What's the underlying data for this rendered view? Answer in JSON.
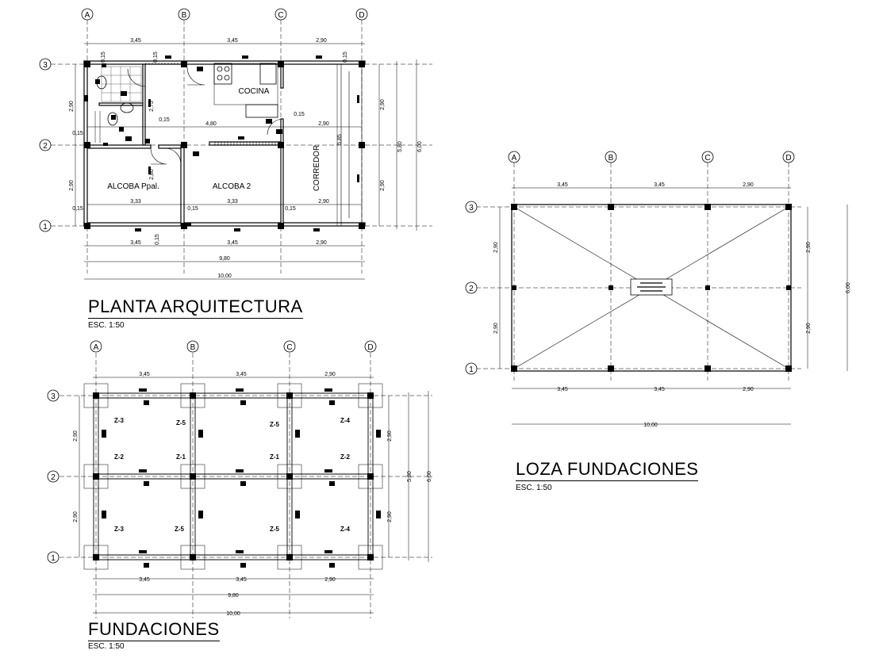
{
  "plans": {
    "arquitectura": {
      "title": "PLANTA ARQUITECTURA",
      "scale": "ESC. 1:50",
      "grid_cols": [
        "A",
        "B",
        "C",
        "D"
      ],
      "grid_rows": [
        "3",
        "2",
        "1"
      ],
      "rooms": {
        "cocina": "COCINA",
        "alcoba_ppal": "ALCOBA Ppal.",
        "alcoba_2": "ALCOBA 2",
        "corredor": "CORREDOR"
      },
      "dims": {
        "top": [
          "3,45",
          "3,45",
          "2,90"
        ],
        "bottom": [
          "3,45",
          "3,45",
          "2,90"
        ],
        "total_inner": "9,80",
        "total": "10,00",
        "mid": "4,80",
        "mid_right": "2,90",
        "low": [
          "3,33",
          "3,33",
          "2,90"
        ],
        "wall": "0,15",
        "left": [
          "2,90",
          "2,90"
        ],
        "right": [
          "2,90",
          "2,90"
        ],
        "right_inner": "5,85",
        "right_mid": "5,80",
        "right_total": "6,00",
        "bath": "2,75",
        "alcoba_h": "2,80"
      }
    },
    "loza": {
      "title": "LOZA FUNDACIONES",
      "scale": "ESC. 1:50",
      "grid_cols": [
        "A",
        "B",
        "C",
        "D"
      ],
      "grid_rows": [
        "3",
        "2",
        "1"
      ],
      "dims": {
        "top": [
          "3,45",
          "3,45",
          "2,90"
        ],
        "bottom": [
          "3,45",
          "3,45",
          "2,90"
        ],
        "total": "10,00",
        "side": [
          "2,90",
          "2,90"
        ],
        "total_h": "6,00"
      }
    },
    "fundaciones": {
      "title": "FUNDACIONES",
      "scale": "ESC. 1:50",
      "grid_cols": [
        "A",
        "B",
        "C",
        "D"
      ],
      "grid_rows": [
        "3",
        "2",
        "1"
      ],
      "zapatas": {
        "row3": [
          "Z-3",
          "Z-5",
          "Z-5",
          "Z-4"
        ],
        "row2": [
          "Z-2",
          "Z-1",
          "Z-1",
          "Z-2"
        ],
        "row1": [
          "Z-3",
          "Z-5",
          "Z-5",
          "Z-4"
        ]
      },
      "dims": {
        "top": [
          "3,45",
          "3,45",
          "2,90"
        ],
        "bottom": [
          "3,45",
          "3,45",
          "2,90"
        ],
        "total_inner": "9,80",
        "total": "10,00",
        "left": [
          "2,90",
          "2,90"
        ],
        "right": [
          "2,90",
          "2,90"
        ],
        "right_mid": "5,80",
        "right_total": "6,00"
      }
    }
  }
}
